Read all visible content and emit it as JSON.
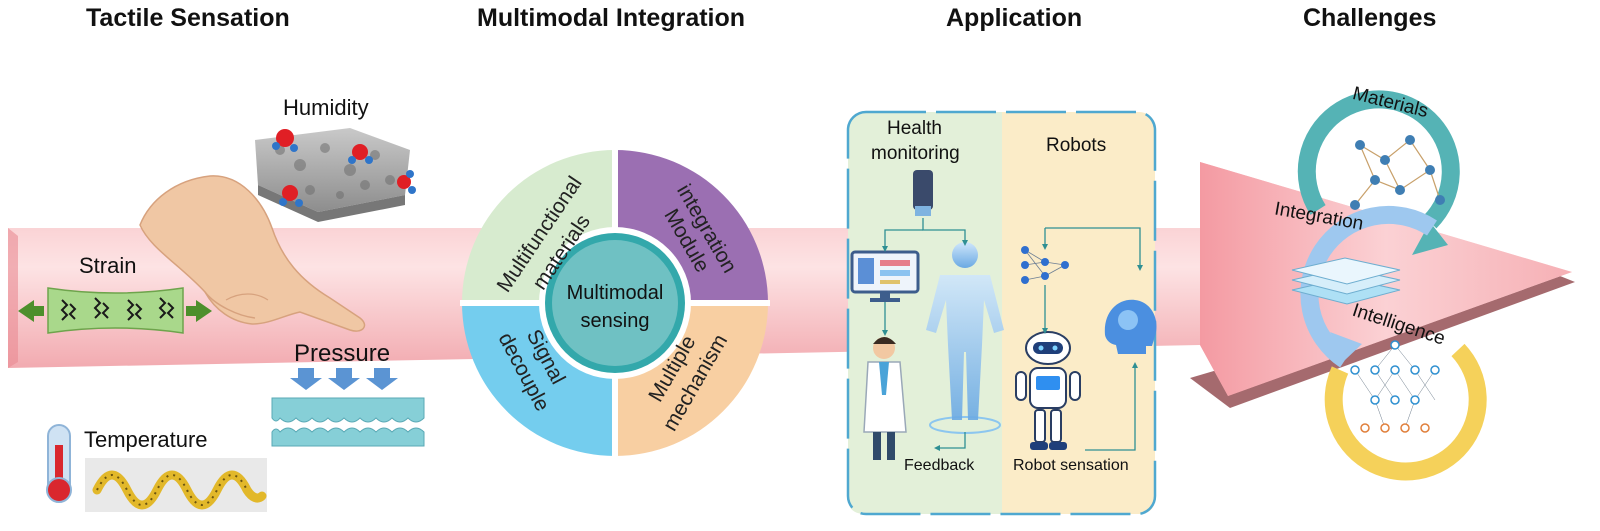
{
  "headers": {
    "tactile": "Tactile Sensation",
    "multimodal": "Multimodal Integration",
    "application": "Application",
    "challenges": "Challenges"
  },
  "tactile": {
    "humidity": "Humidity",
    "strain": "Strain",
    "pressure": "Pressure",
    "temperature": "Temperature"
  },
  "ring": {
    "center": [
      "Multimodal",
      "sensing"
    ],
    "q1": [
      "Multifunctional",
      "materials"
    ],
    "q2": [
      "Module",
      "integration"
    ],
    "q3": [
      "Signal",
      "decouple"
    ],
    "q4": [
      "Multiple",
      "mechanism"
    ]
  },
  "application": {
    "health": [
      "Health",
      "monitoring"
    ],
    "robots": "Robots",
    "feedback": "Feedback",
    "robot_sensation": "Robot sensation"
  },
  "challenges": {
    "materials": "Materials",
    "integration": "Integration",
    "intelligence": "Intelligence"
  },
  "colors": {
    "arrow": "#f4a9ae",
    "q1": "#d7ebcf",
    "q2": "#9b6fb2",
    "q3": "#74cdee",
    "q4": "#f8cfa2",
    "center": "#33a8ab",
    "health_bg": "#e3f0d9",
    "robot_bg": "#fbecc8",
    "materials_ring": "#55b3b5",
    "integration_ring": "#9ec8ef",
    "intelligence_ring": "#f5d15a"
  }
}
